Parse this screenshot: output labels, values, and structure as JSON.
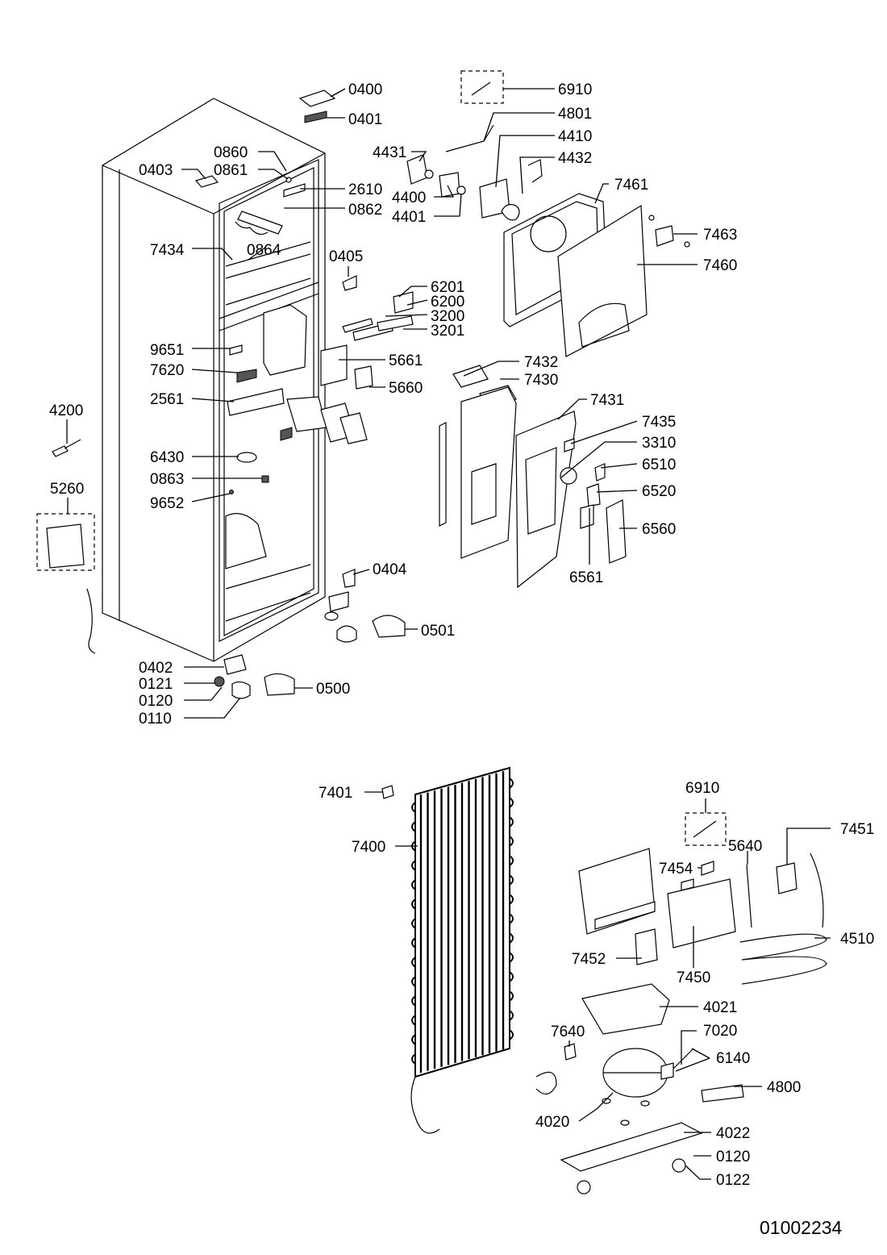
{
  "drawing_number": "01002234",
  "labels": [
    {
      "code": "0400"
    },
    {
      "code": "0401"
    },
    {
      "code": "0403"
    },
    {
      "code": "0860"
    },
    {
      "code": "0861"
    },
    {
      "code": "2610"
    },
    {
      "code": "0862"
    },
    {
      "code": "7434"
    },
    {
      "code": "0864"
    },
    {
      "code": "0405"
    },
    {
      "code": "6201"
    },
    {
      "code": "6200"
    },
    {
      "code": "3200"
    },
    {
      "code": "3201"
    },
    {
      "code": "9651"
    },
    {
      "code": "5661"
    },
    {
      "code": "7620"
    },
    {
      "code": "5660"
    },
    {
      "code": "2561"
    },
    {
      "code": "4200"
    },
    {
      "code": "6430"
    },
    {
      "code": "0863"
    },
    {
      "code": "5260"
    },
    {
      "code": "9652"
    },
    {
      "code": "0404"
    },
    {
      "code": "0501"
    },
    {
      "code": "0402"
    },
    {
      "code": "0121"
    },
    {
      "code": "0120"
    },
    {
      "code": "0500"
    },
    {
      "code": "0110"
    },
    {
      "code": "6910"
    },
    {
      "code": "4801"
    },
    {
      "code": "4410"
    },
    {
      "code": "4431"
    },
    {
      "code": "4432"
    },
    {
      "code": "4400"
    },
    {
      "code": "4401"
    },
    {
      "code": "7461"
    },
    {
      "code": "7463"
    },
    {
      "code": "7460"
    },
    {
      "code": "7432"
    },
    {
      "code": "7430"
    },
    {
      "code": "7431"
    },
    {
      "code": "7435"
    },
    {
      "code": "3310"
    },
    {
      "code": "6510"
    },
    {
      "code": "6520"
    },
    {
      "code": "6560"
    },
    {
      "code": "6561"
    },
    {
      "code": "7401"
    },
    {
      "code": "7400"
    },
    {
      "code": "6910"
    },
    {
      "code": "5640"
    },
    {
      "code": "7451"
    },
    {
      "code": "7454"
    },
    {
      "code": "4510"
    },
    {
      "code": "7452"
    },
    {
      "code": "7450"
    },
    {
      "code": "4021"
    },
    {
      "code": "7640"
    },
    {
      "code": "7020"
    },
    {
      "code": "6140"
    },
    {
      "code": "4800"
    },
    {
      "code": "4020"
    },
    {
      "code": "4022"
    },
    {
      "code": "0120"
    },
    {
      "code": "0122"
    }
  ]
}
